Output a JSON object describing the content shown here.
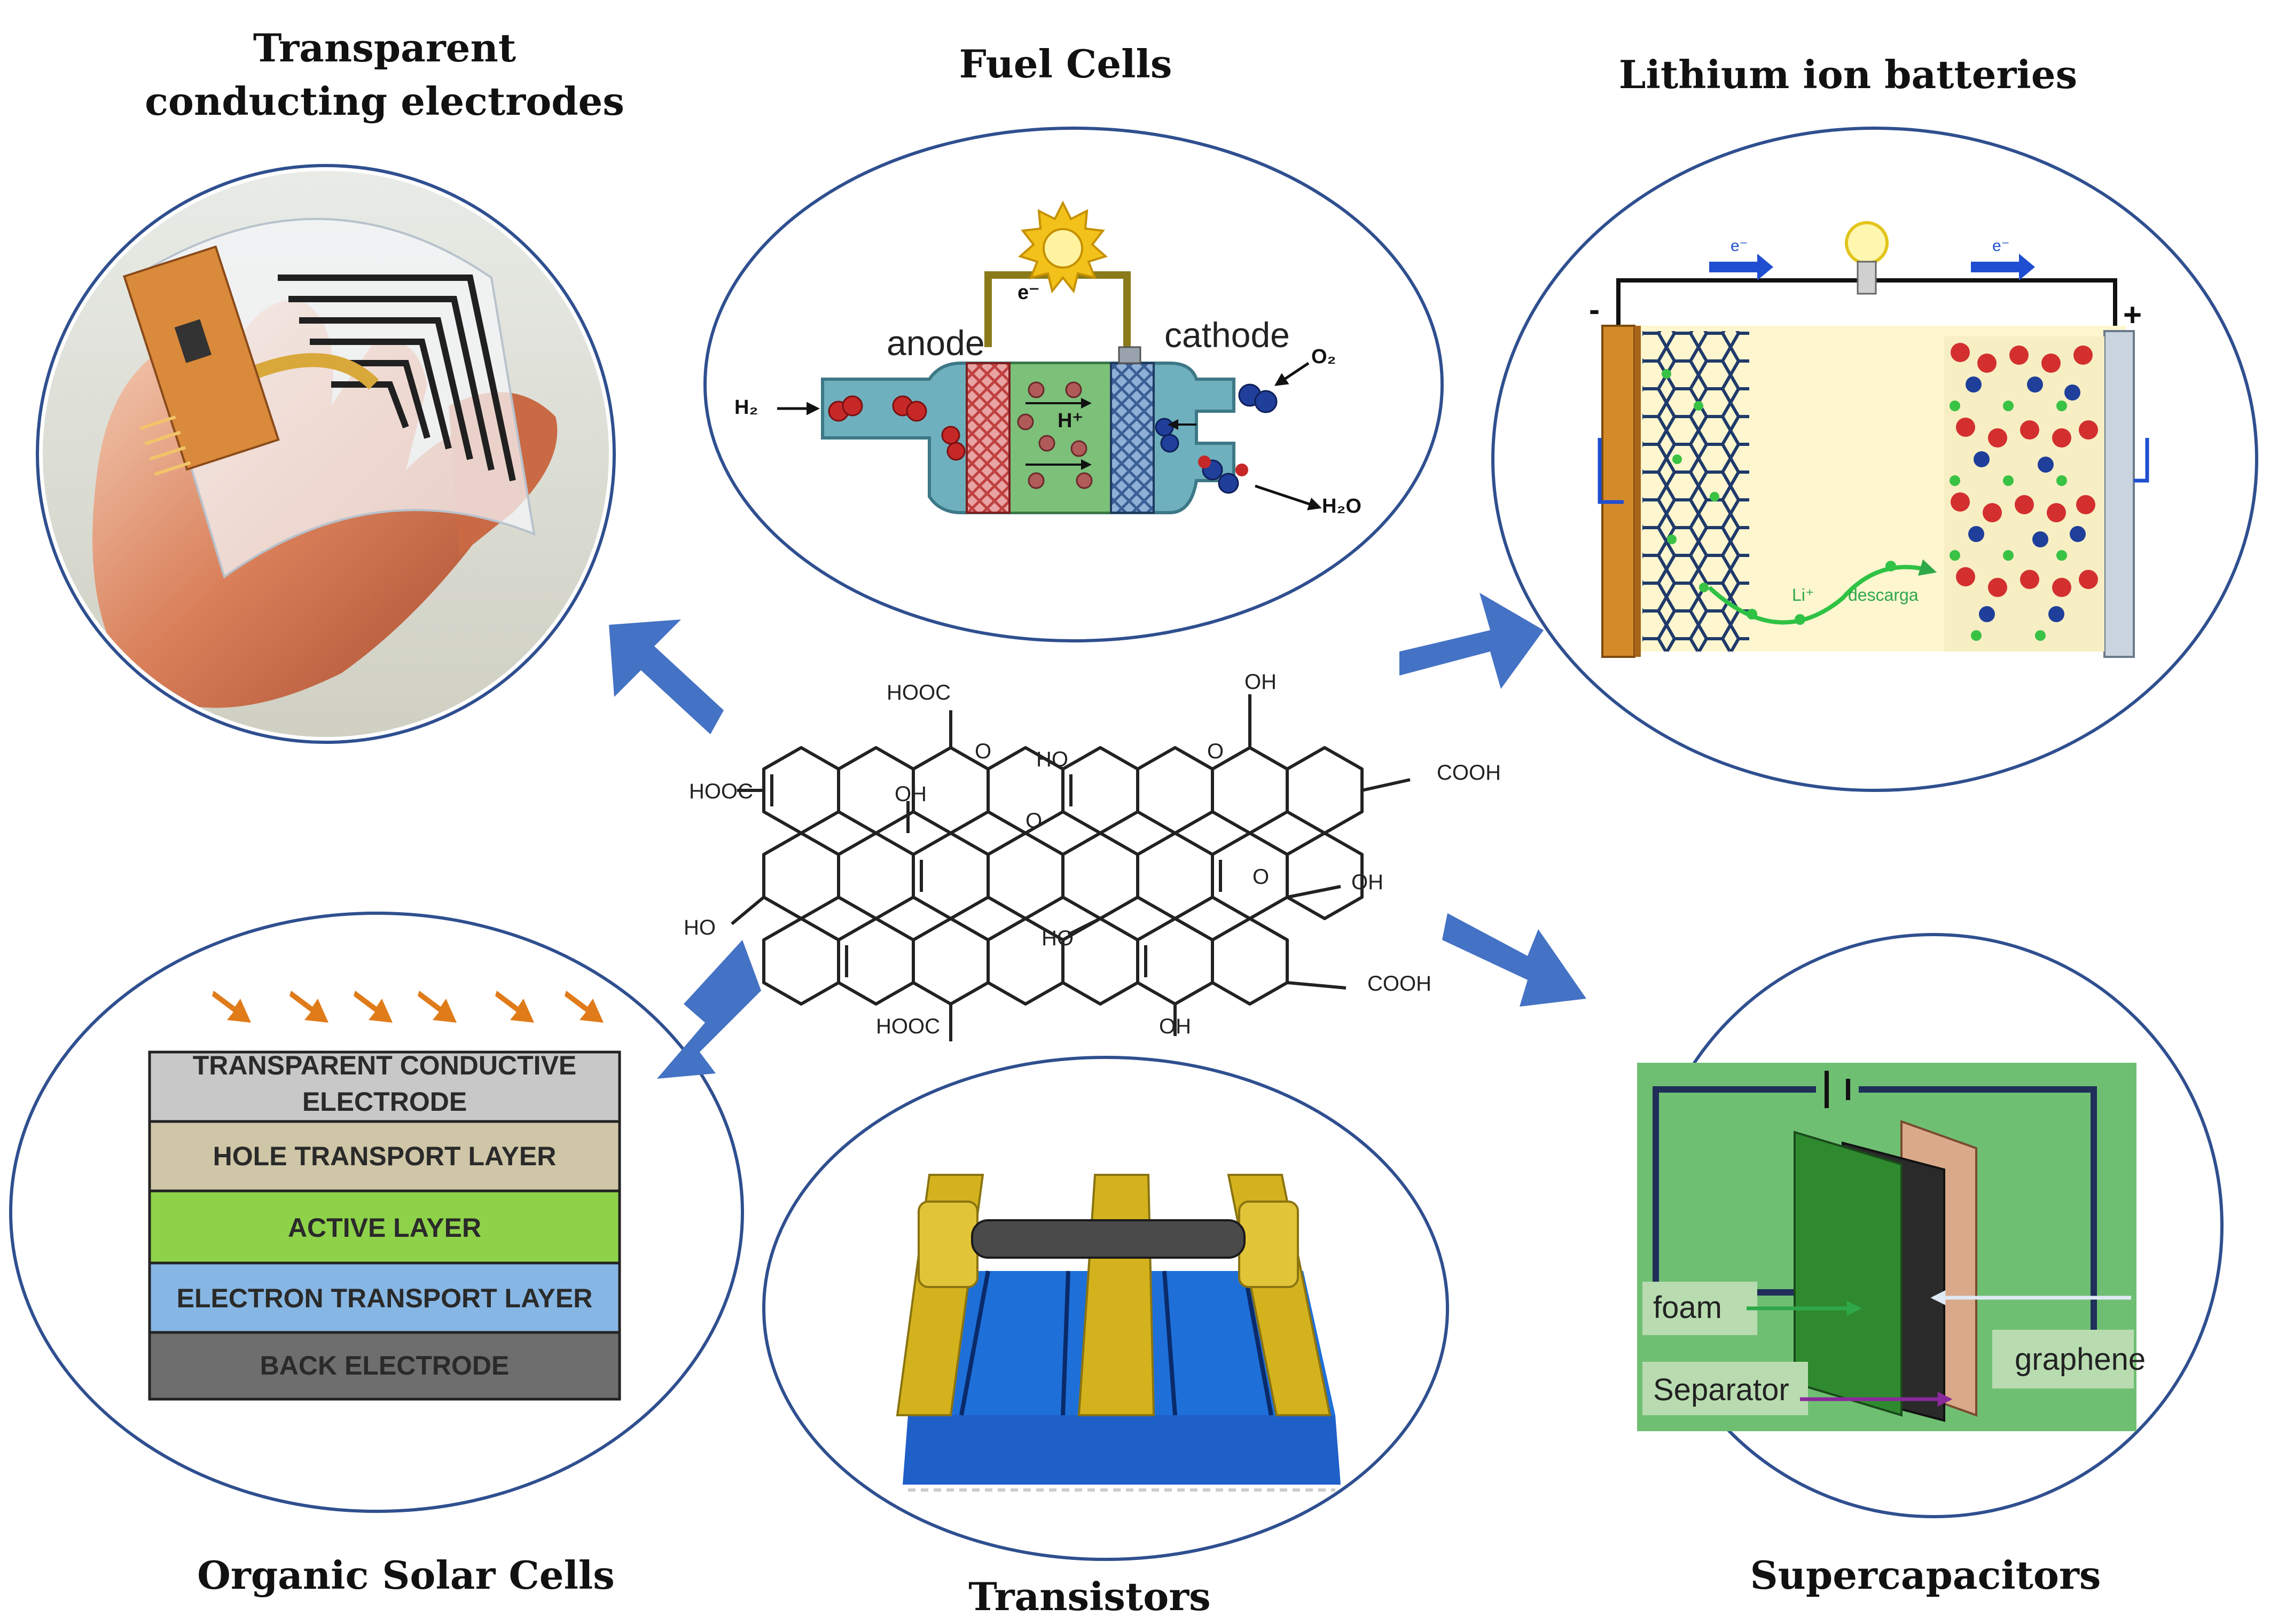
{
  "titles": {
    "tce_line1": "Transparent",
    "tce_line2": "conducting electrodes",
    "fuel": "Fuel Cells",
    "lithium": "Lithium ion batteries",
    "solar": "Organic Solar Cells",
    "transistors": "Transistors",
    "supercap": "Supercapacitors"
  },
  "fuel_cell": {
    "anode": "anode",
    "cathode": "cathode",
    "h2": "H₂",
    "o2": "O₂",
    "h2o": "H₂O",
    "hplus": "H⁺",
    "electron": "e⁻"
  },
  "battery": {
    "minus": "-",
    "plus": "+",
    "e_left": "e⁻",
    "e_right": "e⁻",
    "li": "Li⁺",
    "discharge": "descarga"
  },
  "molecule": {
    "g1": "HOOC",
    "g2": "OH",
    "g3": "HOOC",
    "g4": "HO",
    "g5": "O",
    "g6": "O",
    "g7": "OH",
    "g8": "O",
    "g9": "COOH",
    "g10": "OH",
    "g11": "O",
    "g12": "HO",
    "g13": "HO",
    "g14": "COOH",
    "g15": "HOOC",
    "g16": "OH"
  },
  "solar_layers": [
    {
      "line1": "TRANSPARENT CONDUCTIVE",
      "line2": "ELECTRODE",
      "color": "#c8c8c8"
    },
    {
      "line1": "HOLE TRANSPORT LAYER",
      "color": "#cfc6a7"
    },
    {
      "line1": "ACTIVE LAYER",
      "color": "#8ed24a"
    },
    {
      "line1": "ELECTRON TRANSPORT LAYER",
      "color": "#86b6e3"
    },
    {
      "line1": "BACK ELECTRODE",
      "color": "#6e6e6e"
    }
  ],
  "supercap": {
    "foam": "foam",
    "separator": "Separator",
    "graphene": "graphene"
  },
  "colors": {
    "arrow": "#4472c4",
    "circle": "#2f4f8f",
    "sun_arrow": "#e07b1a"
  }
}
